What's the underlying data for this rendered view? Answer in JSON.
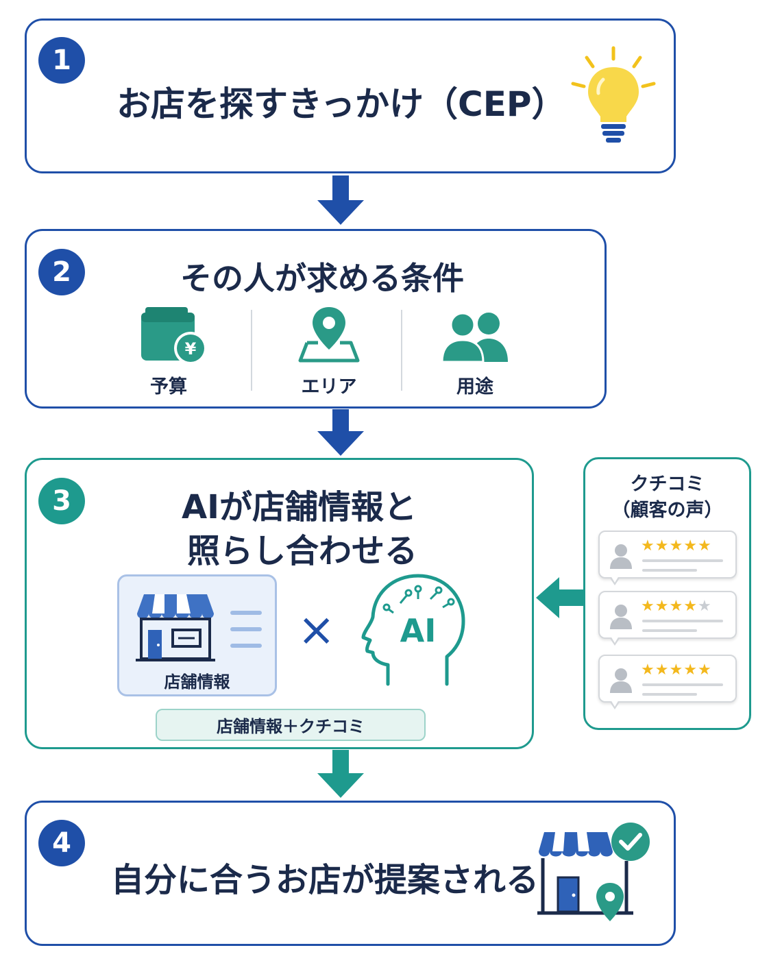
{
  "colors": {
    "blue": "#1f4fa8",
    "teal": "#1e9a8e",
    "text": "#1b2a4a",
    "icon_teal": "#2a9a87",
    "bulb_yellow": "#f8d84a",
    "star": "#f3b81d"
  },
  "steps": [
    {
      "number": "1",
      "title": "お店を探すきっかけ（CEP）",
      "icon": "light-bulb-icon"
    },
    {
      "number": "2",
      "title": "その人が求める条件",
      "conditions": [
        {
          "label": "予算",
          "icon": "wallet-yen-icon"
        },
        {
          "label": "エリア",
          "icon": "map-pin-icon"
        },
        {
          "label": "用途",
          "icon": "people-icon"
        }
      ]
    },
    {
      "number": "3",
      "title_line1": "AIが店舗情報と",
      "title_line2": "照らし合わせる",
      "store_card_label": "店舗情報",
      "times": "×",
      "ai_label": "AI",
      "combined_label": "店舗情報＋クチコミ"
    },
    {
      "number": "4",
      "title": "自分に合うお店が提案される",
      "icon": "store-check-pin-icon"
    }
  ],
  "reviews": {
    "title_line1": "クチコミ",
    "title_line2": "（顧客の声）",
    "star_ratings": [
      5,
      4,
      5
    ]
  }
}
